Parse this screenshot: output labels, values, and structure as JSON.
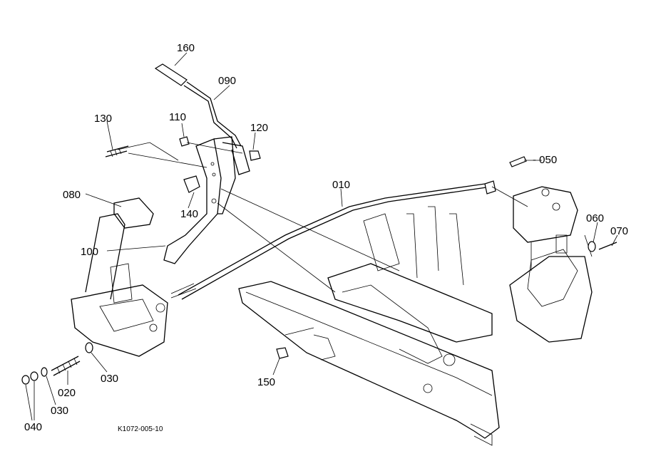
{
  "figure_code": "K1072-005-10",
  "labels": {
    "p160": "160",
    "p090": "090",
    "p130": "130",
    "p110": "110",
    "p120": "120",
    "p080": "080",
    "p140": "140",
    "p100": "100",
    "p010": "010",
    "p050": "- 050",
    "p060": "060",
    "p070": "070",
    "p030a": "030",
    "p020": "020",
    "p030b": "030",
    "p040": "040",
    "p150": "150"
  }
}
